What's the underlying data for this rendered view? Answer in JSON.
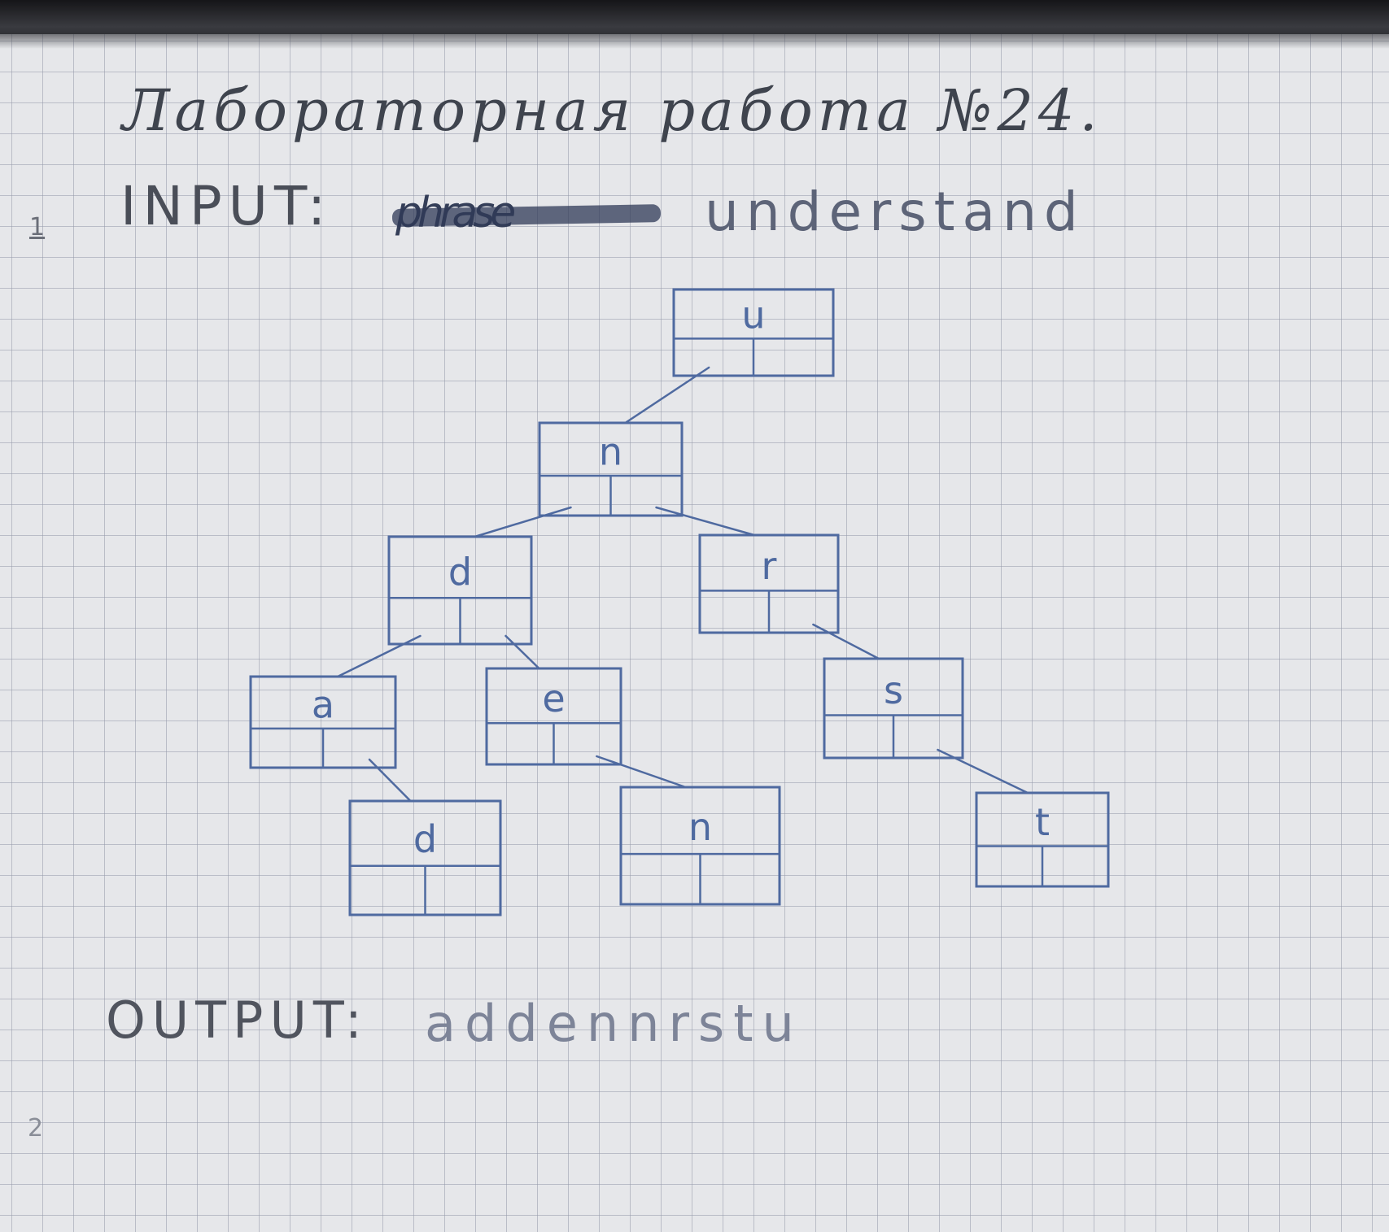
{
  "title": "Лабораторная работа №24.",
  "line_numbers": [
    "1",
    "2"
  ],
  "input": {
    "label": "INPUT:",
    "struck_word": "phrase",
    "value": "understand"
  },
  "output": {
    "label": "OUTPUT:",
    "value": "addennrstu"
  },
  "tree": {
    "nodes": [
      {
        "id": "n1",
        "label": "u",
        "parent": null
      },
      {
        "id": "n2",
        "label": "n",
        "parent": "n1"
      },
      {
        "id": "n3",
        "label": "d",
        "parent": "n2"
      },
      {
        "id": "n4",
        "label": "r",
        "parent": "n2"
      },
      {
        "id": "n5",
        "label": "a",
        "parent": "n3"
      },
      {
        "id": "n6",
        "label": "e",
        "parent": "n3"
      },
      {
        "id": "n7",
        "label": "s",
        "parent": "n4"
      },
      {
        "id": "n8",
        "label": "d",
        "parent": "n5"
      },
      {
        "id": "n9",
        "label": "n",
        "parent": "n6"
      },
      {
        "id": "n10",
        "label": "t",
        "parent": "n7"
      }
    ]
  },
  "colors": {
    "ink_blue": "#4f6aa0",
    "ink_dark": "#3f444e",
    "paper": "#e6e7ea",
    "grid": "#969baa"
  }
}
